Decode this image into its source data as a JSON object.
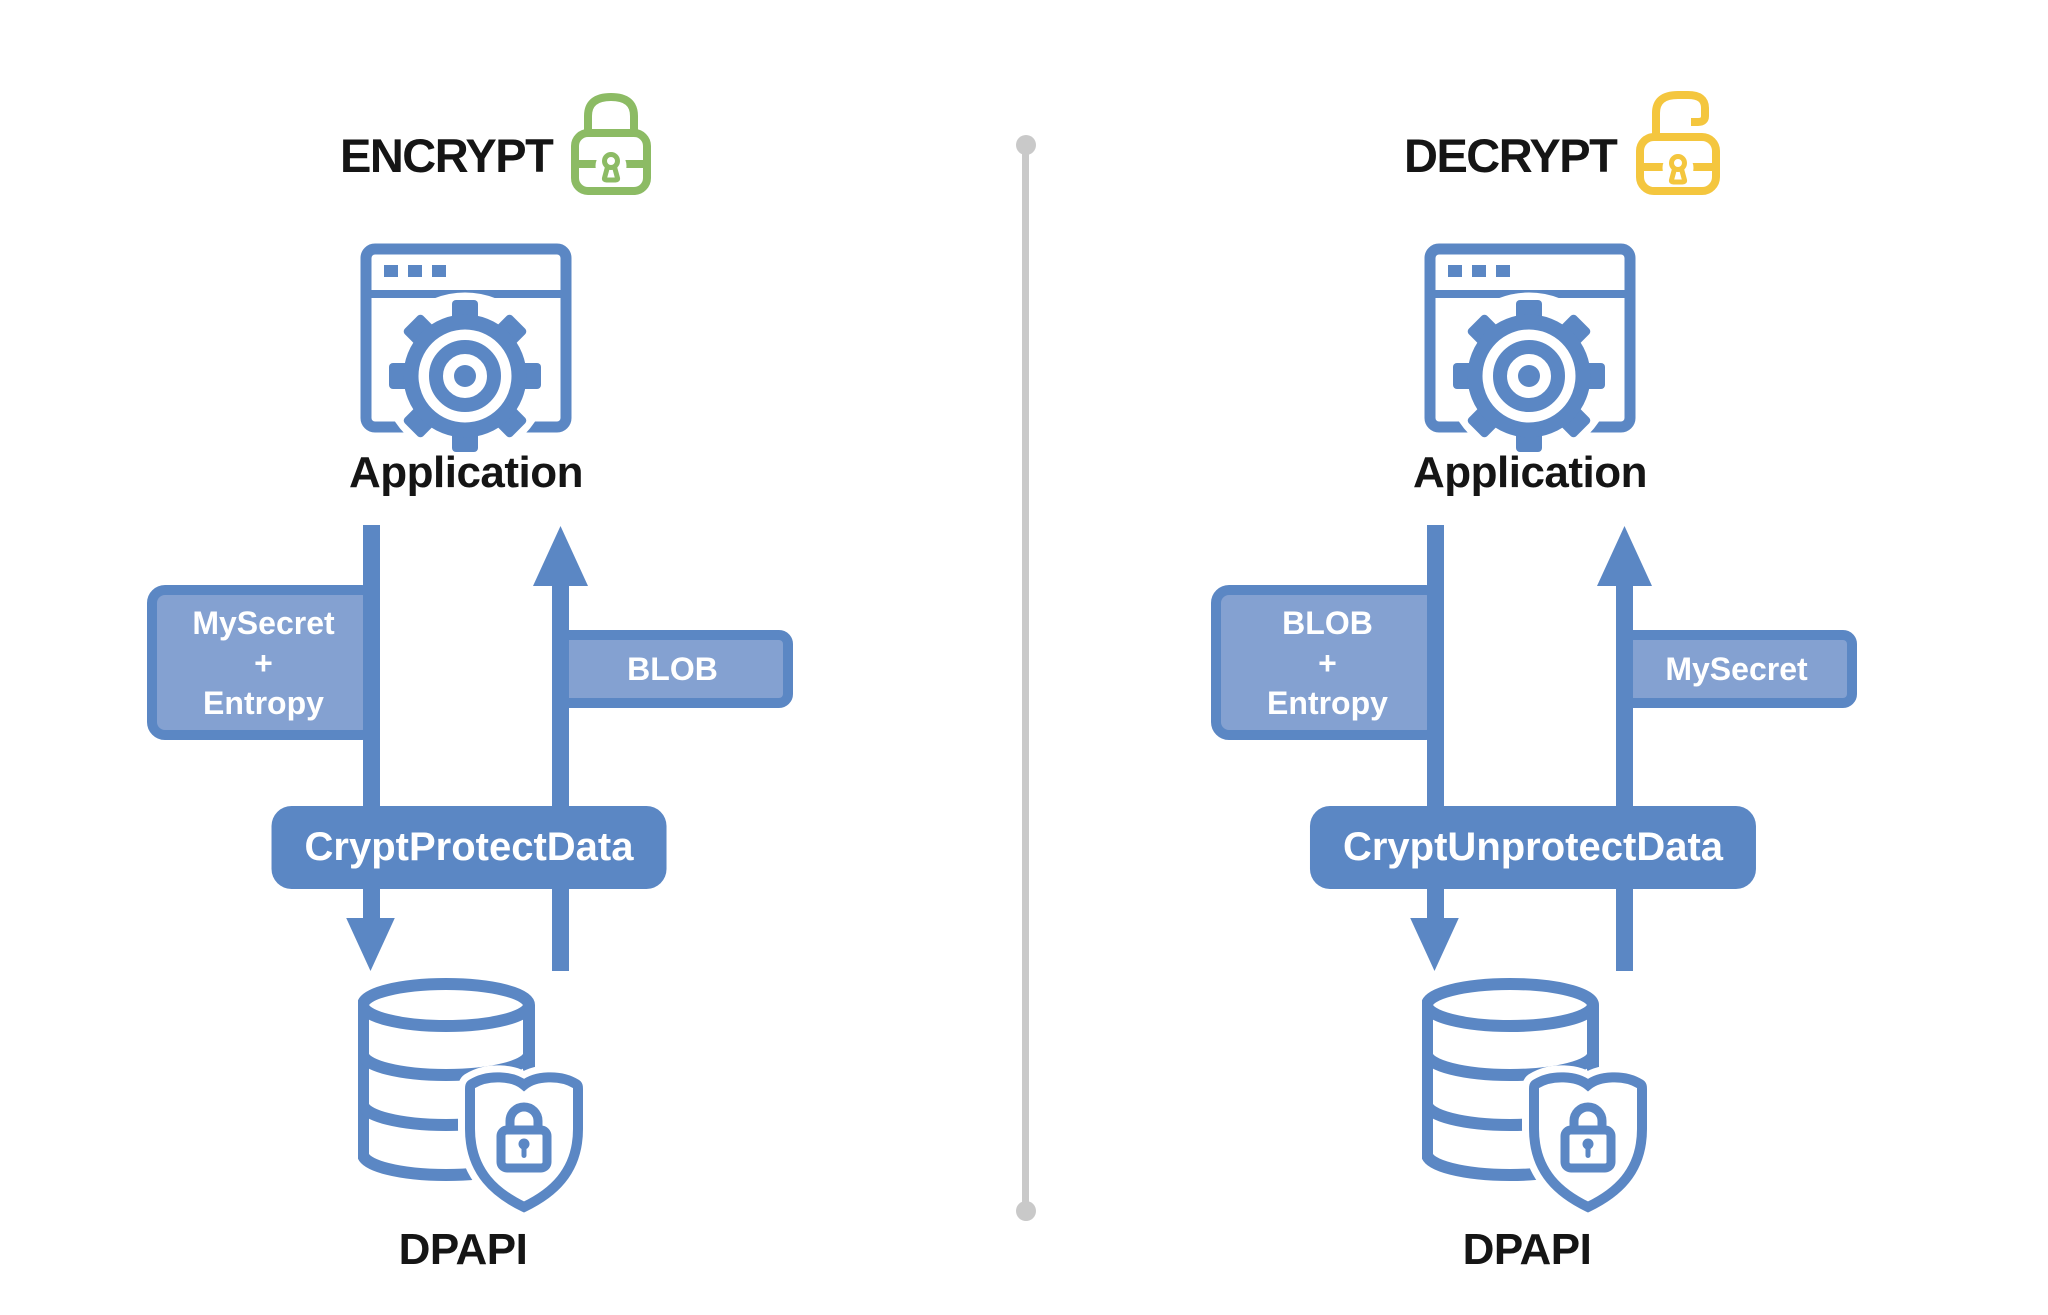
{
  "colors": {
    "blue": "#5b87c4",
    "light_blue_fill": "#84a1d1",
    "green": "#8cbb64",
    "yellow": "#f4c63e",
    "divider_gray": "#c9c9c9",
    "text_black": "#151515",
    "text_white": "#ffffff"
  },
  "encrypt": {
    "title": "ENCRYPT",
    "lock_icon": "closed-padlock",
    "application_label": "Application",
    "input_lines": [
      "MySecret",
      "+",
      "Entropy"
    ],
    "output_label": "BLOB",
    "function_label": "CryptProtectData",
    "storage_label": "DPAPI"
  },
  "decrypt": {
    "title": "DECRYPT",
    "lock_icon": "open-padlock",
    "application_label": "Application",
    "input_lines": [
      "BLOB",
      "+",
      "Entropy"
    ],
    "output_label": "MySecret",
    "function_label": "CryptUnprotectData",
    "storage_label": "DPAPI"
  }
}
